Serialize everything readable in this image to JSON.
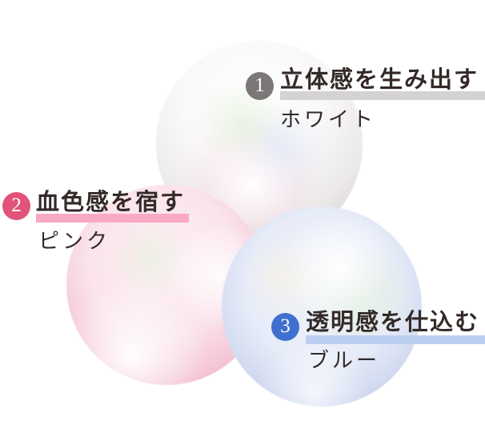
{
  "background_color": "#ffffff",
  "text_color": "#332a28",
  "labels": [
    {
      "id": "white",
      "number": "1",
      "badge_color": "#7c7777",
      "title": "立体感を生み出す",
      "underline_color": "#d4d2d3",
      "subtitle": "ホワイト"
    },
    {
      "id": "pink",
      "number": "2",
      "badge_color": "#e25379",
      "title": "血色感を宿す",
      "underline_color": "#f8a9c3",
      "subtitle": "ピンク"
    },
    {
      "id": "blue",
      "number": "3",
      "badge_color": "#3f70d0",
      "title": "透明感を仕込む",
      "underline_color": "#bccff1",
      "subtitle": "ブルー"
    }
  ],
  "spheres": [
    {
      "id": "white-pearl",
      "inner_color": "#faf8f8",
      "rim_color": "#d8d1d0"
    },
    {
      "id": "pink-pearl",
      "inner_color": "#fdf1f5",
      "rim_color": "#efacbe"
    },
    {
      "id": "blue-pearl",
      "inner_color": "#f1f4fb",
      "rim_color": "#b7c2e5"
    }
  ]
}
